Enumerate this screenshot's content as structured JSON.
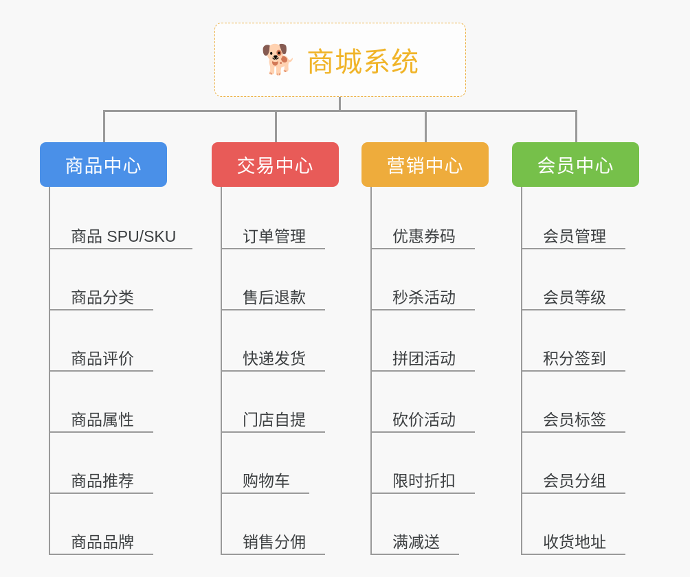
{
  "background_color": "#f8f8f8",
  "root": {
    "icon": "shiba-dog-face-emoji",
    "emoji": "🐕",
    "title": "商城系统",
    "border_color": "#edb34a",
    "text_color": "#f0b429"
  },
  "connector_color": "#9a9a9a",
  "columns": [
    {
      "id": "product-center",
      "label": "商品中心",
      "color": "#4a90e8",
      "items": [
        "商品 SPU/SKU",
        "商品分类",
        "商品评价",
        "商品属性",
        "商品推荐",
        "商品品牌"
      ]
    },
    {
      "id": "trade-center",
      "label": "交易中心",
      "color": "#e85b58",
      "items": [
        "订单管理",
        "售后退款",
        "快递发货",
        "门店自提",
        "购物车",
        "销售分佣"
      ]
    },
    {
      "id": "marketing-center",
      "label": "营销中心",
      "color": "#eeac3c",
      "items": [
        "优惠券码",
        "秒杀活动",
        "拼团活动",
        "砍价活动",
        "限时折扣",
        "满减送"
      ]
    },
    {
      "id": "member-center",
      "label": "会员中心",
      "color": "#76c04a",
      "items": [
        "会员管理",
        "会员等级",
        "积分签到",
        "会员标签",
        "会员分组",
        "收货地址"
      ]
    }
  ]
}
